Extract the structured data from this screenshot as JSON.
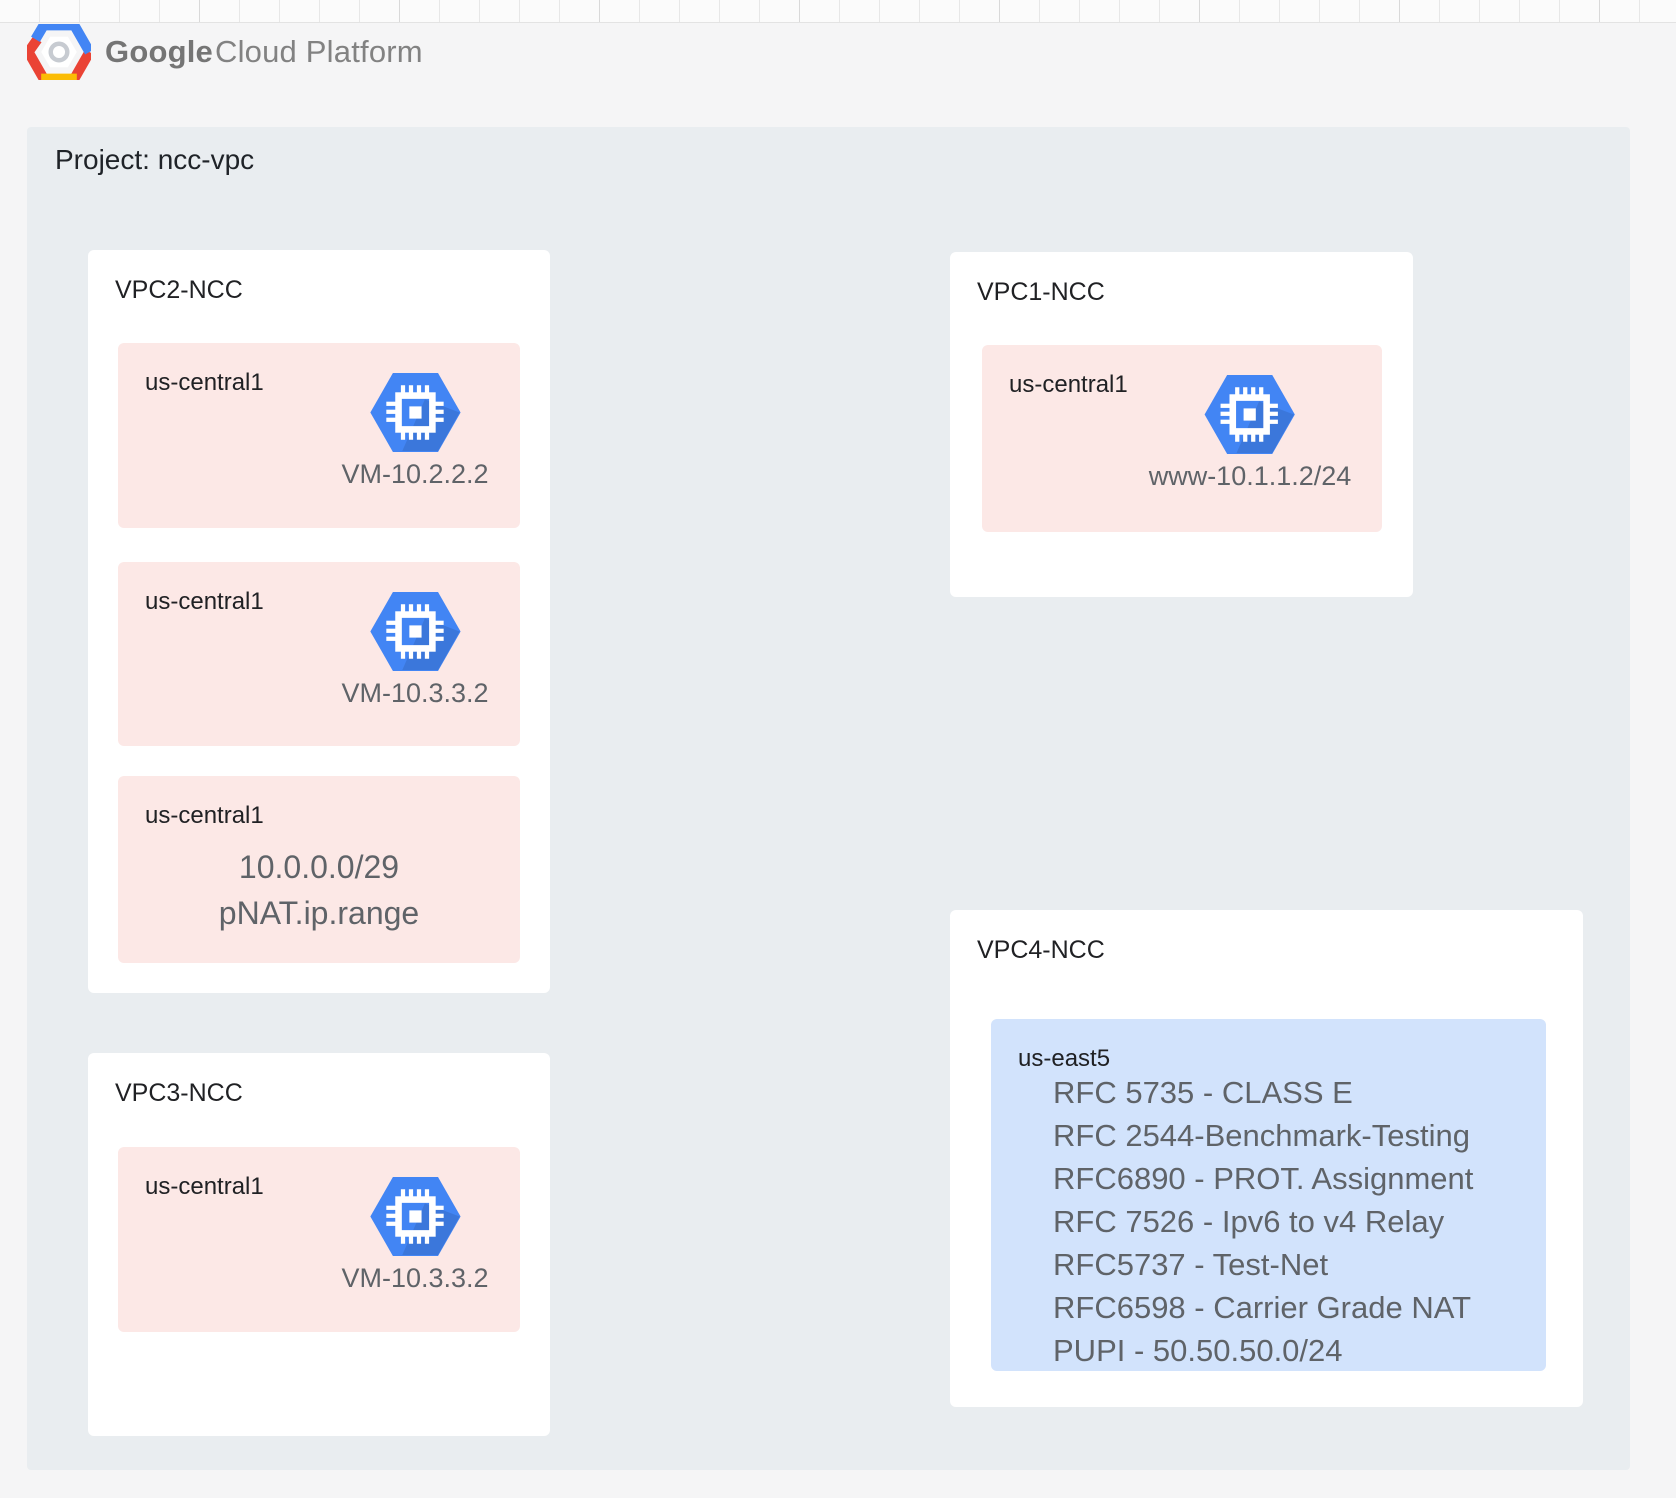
{
  "header": {
    "logo_primary": "Google",
    "logo_secondary": "Cloud Platform"
  },
  "project": {
    "label": "Project: ncc-vpc",
    "vpcs": [
      {
        "title": "VPC2-NCC",
        "subnets": [
          {
            "region": "us-central1",
            "icon": "compute-engine-icon",
            "label": "VM-10.2.2.2"
          },
          {
            "region": "us-central1",
            "icon": "compute-engine-icon",
            "label": "VM-10.3.3.2"
          },
          {
            "region": "us-central1",
            "lines": [
              "10.0.0.0/29",
              "pNAT.ip.range"
            ]
          }
        ]
      },
      {
        "title": "VPC1-NCC",
        "subnets": [
          {
            "region": "us-central1",
            "icon": "compute-engine-icon",
            "label": "www-10.1.1.2/24"
          }
        ]
      },
      {
        "title": "VPC3-NCC",
        "subnets": [
          {
            "region": "us-central1",
            "icon": "compute-engine-icon",
            "label": "VM-10.3.3.2"
          }
        ]
      },
      {
        "title": "VPC4-NCC",
        "subnets": [
          {
            "region": "us-east5",
            "lines": [
              "RFC 5735 - CLASS E",
              "RFC 2544-Benchmark-Testing",
              "RFC6890 - PROT. Assignment",
              "RFC 7526 - Ipv6 to v4 Relay",
              "RFC5737 - Test-Net",
              "RFC6598 - Carrier Grade NAT",
              "PUPI - 50.50.50.0/24"
            ]
          }
        ]
      }
    ]
  },
  "colors": {
    "page_bg": "#f5f5f6",
    "project_bg": "#e9edf0",
    "card_bg": "#ffffff",
    "subnet_pink": "#fce8e6",
    "subnet_blue": "#d2e3fc",
    "icon_blue": "#4285f4",
    "text_primary": "#202124",
    "text_secondary": "#5f6368",
    "logo_gray": "#757575"
  }
}
